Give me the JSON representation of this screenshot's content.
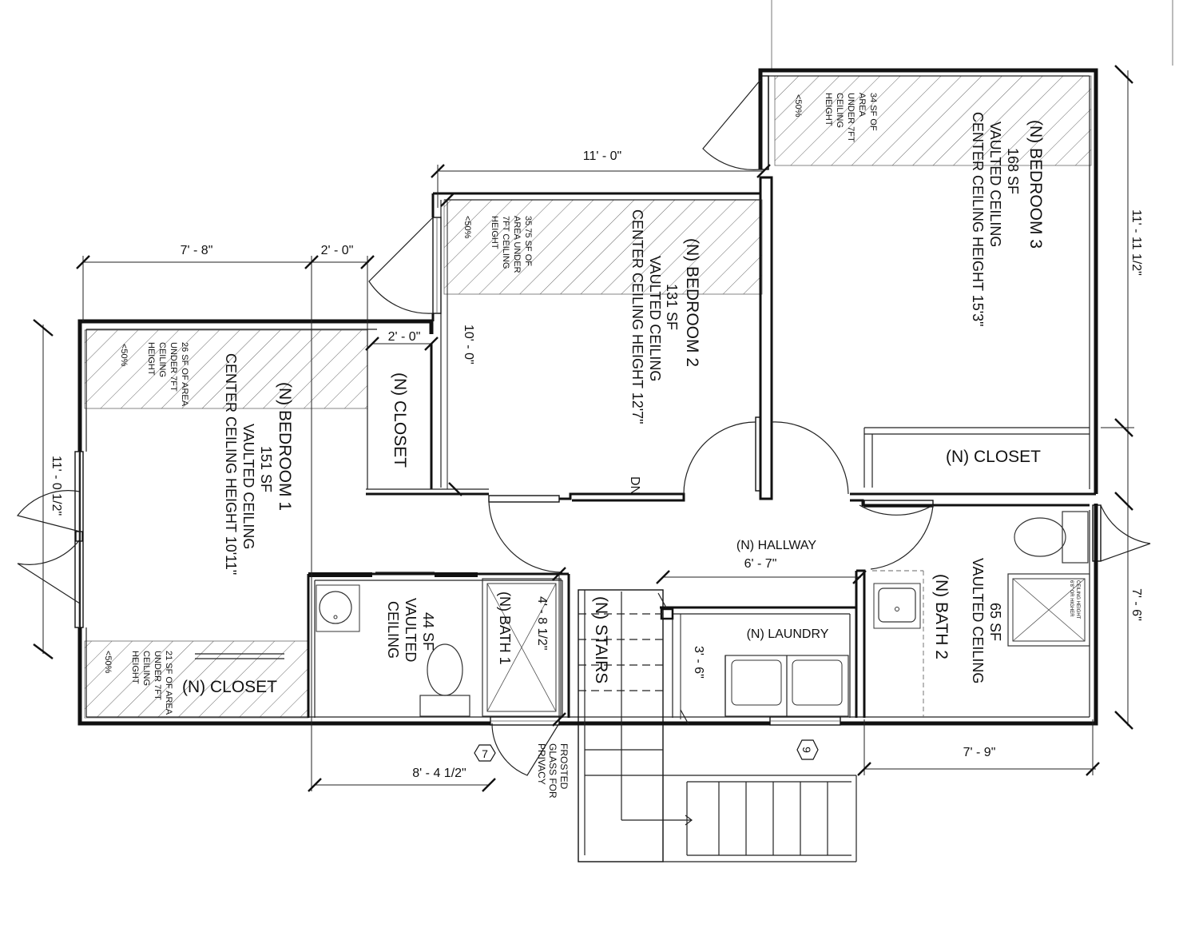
{
  "rooms": {
    "bedroom1": {
      "name": "(N) BEDROOM 1",
      "area": "151 SF",
      "ceiling": "VAULTED CEILING",
      "center": "CENTER CEILING HEIGHT 10'11\""
    },
    "bedroom2": {
      "name": "(N) BEDROOM 2",
      "area": "131 SF",
      "ceiling": "VAULTED CEILING",
      "center": "CENTER CEILING HEIGHT 12'7\""
    },
    "bedroom3": {
      "name": "(N) BEDROOM 3",
      "area": "168 SF",
      "ceiling": "VAULTED CEILING",
      "center": "CENTER CEILING HEIGHT 15'3\""
    },
    "bath1": {
      "name": "(N) BATH 1",
      "area": "44 SF",
      "ceiling1": "VAULTED",
      "ceiling2": "CEILING"
    },
    "bath2": {
      "name": "(N) BATH 2",
      "area": "65 SF",
      "ceiling": "VAULTED CEILING"
    },
    "closet_b1": "(N) CLOSET",
    "closet_mid": "(N) CLOSET",
    "closet_b3": "(N) CLOSET",
    "hallway": "(N) HALLWAY",
    "laundry": "(N) LAUNDRY",
    "stairs": "(N) STAIRS",
    "dn": "DN"
  },
  "notes": {
    "b3_low": [
      "34 SF OF",
      "AREA",
      "UNDER 7FT",
      "CEILING",
      "HEIGHT"
    ],
    "b3_pct": "<50%",
    "b2_low": [
      "35.75 SF OF",
      "AREA UNDER",
      "7FT CEILING",
      "HEIGHT"
    ],
    "b2_pct": "<50%",
    "b1_low": [
      "26 SF OF AREA",
      "UNDER 7FT",
      "CEILING",
      "HEIGHT"
    ],
    "b1_pct": "<50%",
    "closet_low": [
      "21 SF OF AREA",
      "UNDER 7FT",
      "CEILING",
      "HEIGHT"
    ],
    "closet_pct": "<50%",
    "shower_note": [
      "CEILING HEIGHT",
      "6'8\" OR HIGHER"
    ],
    "frosted": [
      "FROSTED",
      "GLASS FOR",
      "PRIVACY"
    ]
  },
  "dimensions": {
    "top_11_0": "11' - 0\"",
    "top_7_8": "7' - 8\"",
    "top_2_0": "2' - 0\"",
    "closet_2_0": "2' - 0\"",
    "b2_10_0": "10' - 0\"",
    "right_11_11": "11' - 11 1/2\"",
    "right_7_6": "7' - 6\"",
    "left_11_0": "11' - 0 1/2\"",
    "hall_6_7": "6' - 7\"",
    "bath1_4_8": "4' - 8 1/2\"",
    "laundry_3_6": "3' - 6\"",
    "bottom_8_4": "8' - 4 1/2\"",
    "bottom_7_9": "7' - 9\""
  },
  "tags": {
    "window7": "7",
    "window9": "9"
  }
}
